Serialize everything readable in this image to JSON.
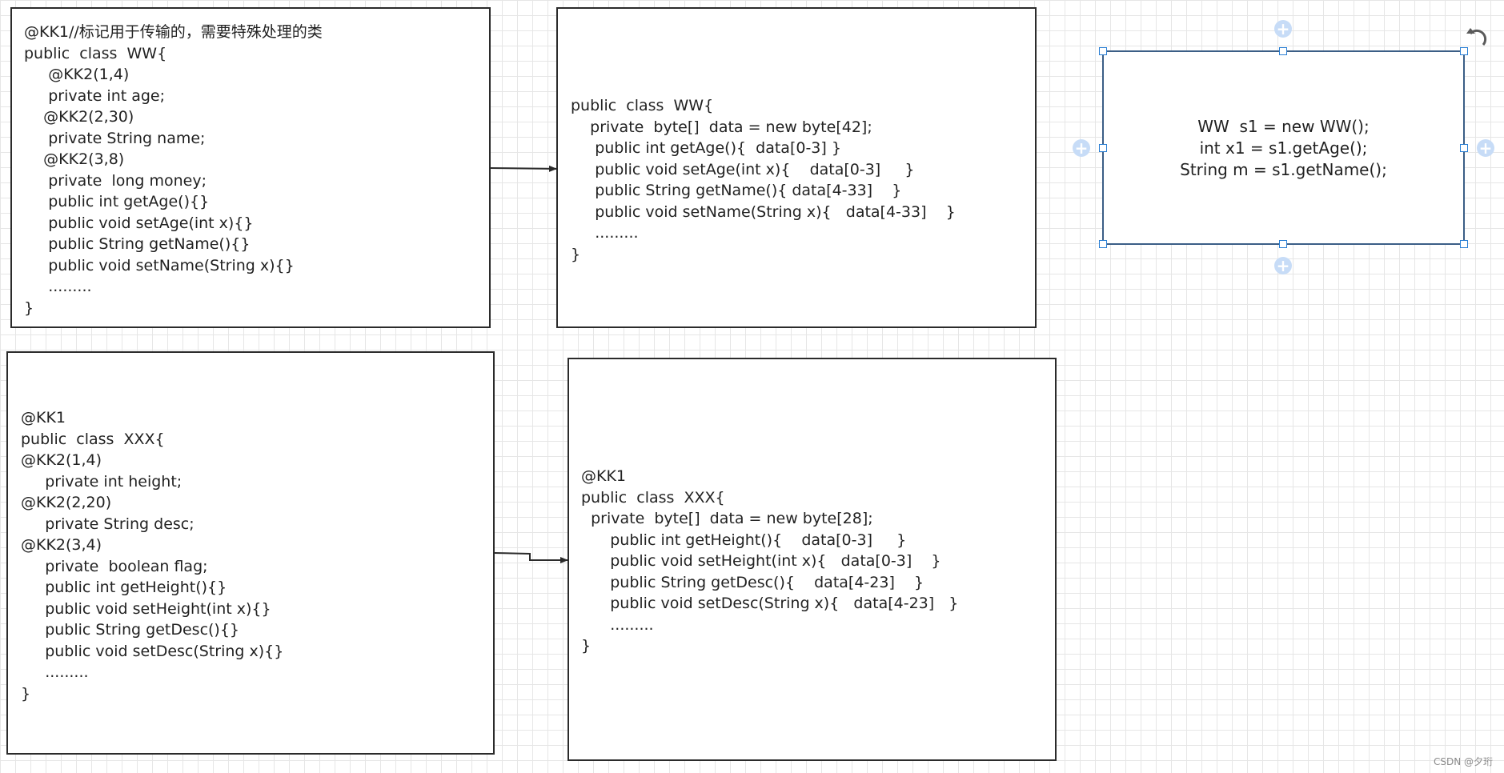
{
  "boxes": {
    "ww_source": {
      "lines": [
        "@KK1//标记用于传输的，需要特殊处理的类",
        "public  class  WW{",
        "     @KK2(1,4)",
        "     private int age;",
        "    @KK2(2,30)",
        "     private String name;",
        "    @KK2(3,8)",
        "     private  long money;",
        "     public int getAge(){}",
        "     public void setAge(int x){}",
        "     public String getName(){}",
        "     public void setName(String x){}",
        "     .........",
        "}"
      ]
    },
    "ww_compiled": {
      "lines": [
        "public  class  WW{",
        "    private  byte[]  data = new byte[42];",
        "     public int getAge(){  data[0-3] }",
        "     public void setAge(int x){    data[0-3]     }",
        "     public String getName(){ data[4-33]    }",
        "     public void setName(String x){   data[4-33]    }",
        "     .........",
        "}"
      ]
    },
    "usage": {
      "lines": [
        "WW  s1 = new WW();",
        "int x1 = s1.getAge();",
        "String m = s1.getName();"
      ]
    },
    "xxx_source": {
      "lines": [
        "@KK1",
        "public  class  XXX{",
        "@KK2(1,4)",
        "     private int height;",
        "@KK2(2,20)",
        "     private String desc;",
        "@KK2(3,4)",
        "     private  boolean flag;",
        "     public int getHeight(){}",
        "     public void setHeight(int x){}",
        "     public String getDesc(){}",
        "     public void setDesc(String x){}",
        "     .........",
        "}"
      ]
    },
    "xxx_compiled": {
      "lines": [
        "@KK1",
        "public  class  XXX{",
        "  private  byte[]  data = new byte[28];",
        "      public int getHeight(){    data[0-3]     }",
        "      public void setHeight(int x){   data[0-3]    }",
        "      public String getDesc(){    data[4-23]    }",
        "      public void setDesc(String x){   data[4-23]   }",
        "      .........",
        "}"
      ]
    }
  },
  "watermark": "CSDN @夕珩",
  "icons": {
    "plus": "plus-circle-icon",
    "rotate": "rotate-arrow-icon"
  },
  "colors": {
    "selection_border": "#3b5e86",
    "handle_border": "#2a7fd4",
    "plus_fill": "#c7dcf7",
    "grid": "#e6e6e6"
  }
}
